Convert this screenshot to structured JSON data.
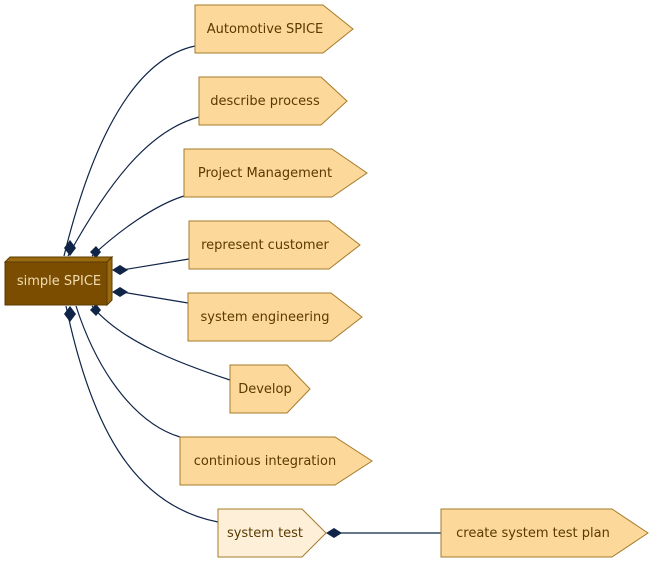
{
  "diagram": {
    "root": {
      "label": "simple SPICE"
    },
    "children": [
      {
        "label": "Automotive SPICE"
      },
      {
        "label": "describe process"
      },
      {
        "label": "Project Management"
      },
      {
        "label": "represent customer"
      },
      {
        "label": "system engineering"
      },
      {
        "label": "Develop"
      },
      {
        "label": "continious integration"
      },
      {
        "label": "system test"
      }
    ],
    "grandchild": {
      "label": "create system test plan"
    },
    "colors": {
      "root_fill": "#7a4d00",
      "root_side": "#9a6a10",
      "node_fill": "#fcd89b",
      "node_stroke": "#a57a2a",
      "highlight_fill": "#fef0d8",
      "edge": "#0f2447"
    }
  }
}
